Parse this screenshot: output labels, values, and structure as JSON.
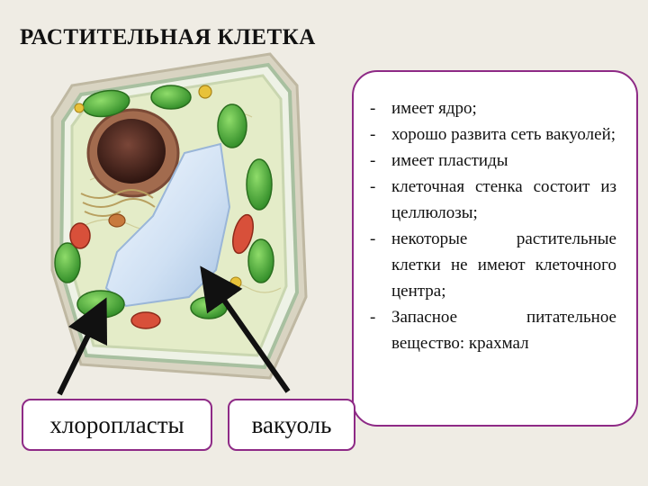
{
  "title": "РАСТИТЕЛЬНАЯ КЛЕТКА",
  "features": [
    "имеет ядро;",
    "хорошо развита сеть вакуолей;",
    "имеет пластиды",
    "клеточная стенка состоит из целлюлозы;",
    "некоторые растительные клетки не имеют клеточного центра;",
    "Запасное питательное вещество: крахмал"
  ],
  "labels": {
    "chloroplasts": "хлоропласты",
    "vacuole": "вакуоль"
  },
  "colors": {
    "border_accent": "#8e2a86",
    "background": "#efece4",
    "chloroplast": "#4caf3a",
    "vacuole": "#cfe3f2",
    "nucleus": "#5a2e22",
    "mitochondria": "#d8503a"
  }
}
